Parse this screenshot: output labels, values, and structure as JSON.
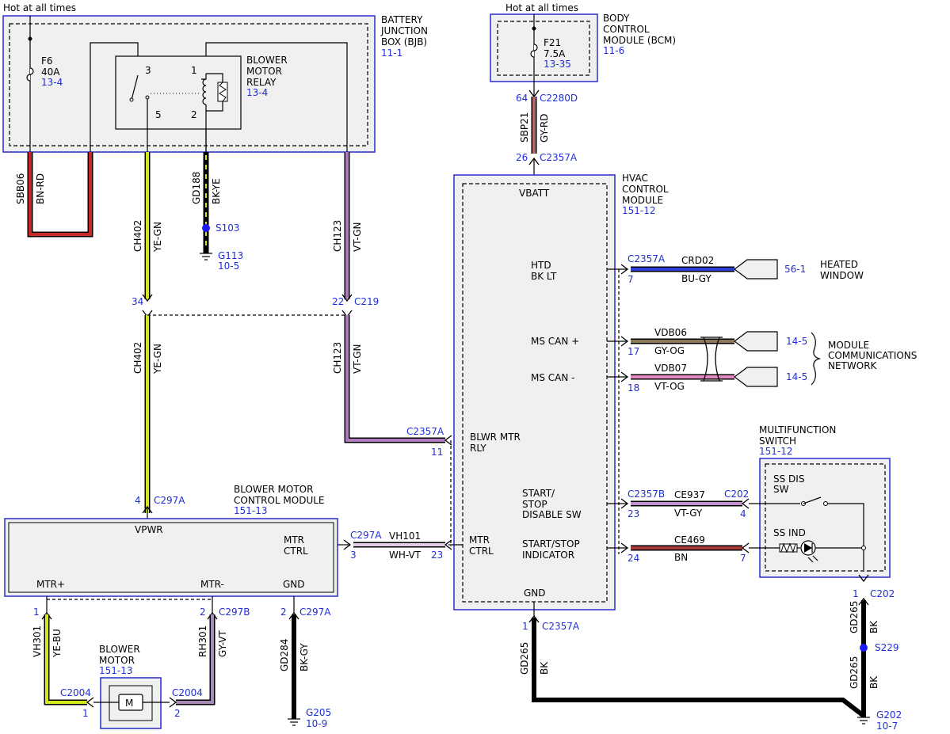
{
  "colors": {
    "bn_rd": "#c62828",
    "ye_gn": "#d4e81a",
    "bk_ye": "#000000",
    "vt_gn": "#b07ac0",
    "gy_rd": "#b06a6a",
    "bu_gy": "#2b3fd8",
    "gy_og": "#8a7a58",
    "vt_og": "#e28ac0",
    "vt_gy": "#c090d0",
    "bn": "#a83a3a",
    "wh_vt": "#e4cce4",
    "ye_bu": "#d4e81a",
    "gy_vt": "#a88ab8",
    "bk": "#000000",
    "reference_text": "#1f2fd6",
    "module_border": "#2a2ad0",
    "module_fill": "#f0f0f0"
  },
  "bjb": {
    "hot_label": "Hot at all times",
    "title_1": "BATTERY",
    "title_2": "JUNCTION",
    "title_3": "BOX (BJB)",
    "ref": "11-1",
    "fuse_name": "F6",
    "fuse_rating": "40A",
    "fuse_ref": "13-4",
    "relay_title_1": "BLOWER",
    "relay_title_2": "MOTOR",
    "relay_title_3": "RELAY",
    "relay_ref": "13-4",
    "relay_pin_3": "3",
    "relay_pin_1": "1",
    "relay_pin_5": "5",
    "relay_pin_2": "2"
  },
  "bcm": {
    "hot_label": "Hot at all times",
    "title_1": "BODY",
    "title_2": "CONTROL",
    "title_3": "MODULE (BCM)",
    "ref": "11-6",
    "fuse_name": "F21",
    "fuse_rating": "7.5A",
    "fuse_ref": "13-35"
  },
  "wires": {
    "sbb06": {
      "circuit": "SBB06",
      "color": "BN-RD"
    },
    "ch402_top": {
      "circuit": "CH402",
      "color": "YE-GN"
    },
    "ch402_bottom": {
      "circuit": "CH402",
      "color": "YE-GN"
    },
    "gd188": {
      "circuit": "GD188",
      "color": "BK-YE"
    },
    "ch123_top": {
      "circuit": "CH123",
      "color": "VT-GN"
    },
    "ch123_bottom": {
      "circuit": "CH123",
      "color": "VT-GN"
    },
    "sbp21": {
      "circuit": "SBP21",
      "color": "GY-RD"
    },
    "crd02": {
      "circuit": "CRD02",
      "color": "BU-GY"
    },
    "vdb06": {
      "circuit": "VDB06",
      "color": "GY-OG"
    },
    "vdb07": {
      "circuit": "VDB07",
      "color": "VT-OG"
    },
    "ce937": {
      "circuit": "CE937",
      "color": "VT-GY"
    },
    "ce469": {
      "circuit": "CE469",
      "color": "BN"
    },
    "vh101": {
      "circuit": "VH101",
      "color": "WH-VT"
    },
    "vh301": {
      "circuit": "VH301",
      "color": "YE-BU"
    },
    "rh301": {
      "circuit": "RH301",
      "color": "GY-VT"
    },
    "gd284": {
      "circuit": "GD284",
      "color": "BK-GY"
    },
    "gd265_hvac": {
      "circuit": "GD265",
      "color": "BK"
    },
    "gd265_top": {
      "circuit": "GD265",
      "color": "BK"
    },
    "gd265_bottom": {
      "circuit": "GD265",
      "color": "BK"
    }
  },
  "connectors": {
    "c2280d": {
      "name": "C2280D",
      "pin": "64"
    },
    "c2357a_top": {
      "name": "C2357A",
      "pin": "26"
    },
    "c219": {
      "name": "C219",
      "pin": "22"
    },
    "ch402_pin": "34",
    "c2357a_htd": {
      "name": "C2357A",
      "pin": "7"
    },
    "c2357a_blwr": {
      "name": "C2357A",
      "pin": "11"
    },
    "c297a_vpwr": {
      "name": "C297A",
      "pin": "4"
    },
    "c2357b": {
      "name": "C2357B",
      "pin": "23"
    },
    "c202_sw": {
      "name": "C202",
      "pin": "4"
    },
    "c202_ind_pin": "7",
    "pin_17": "17",
    "pin_18": "18",
    "pin_24": "24",
    "c297a_mtr": {
      "name": "C297A",
      "pin": "3"
    },
    "mtr_ctrl_pin": "23",
    "c297a_gnd": {
      "name": "C297A",
      "pin": "2"
    },
    "c297b": {
      "name": "C297B",
      "pin": "2"
    },
    "mtr_plus_pin": "1",
    "c2357a_gnd": {
      "name": "C2357A",
      "pin": "1"
    },
    "c202_gnd": {
      "name": "C202",
      "pin": "1"
    },
    "c2004_left": {
      "name": "C2004",
      "pin": "1"
    },
    "c2004_right": {
      "name": "C2004",
      "pin": "2"
    }
  },
  "splices": {
    "s103": "S103",
    "s229": "S229"
  },
  "grounds": {
    "g113": {
      "name": "G113",
      "ref": "10-5"
    },
    "g205": {
      "name": "G205",
      "ref": "10-9"
    },
    "g202": {
      "name": "G202",
      "ref": "10-7"
    }
  },
  "hvac": {
    "title_1": "HVAC",
    "title_2": "CONTROL",
    "title_3": "MODULE",
    "ref": "151-12",
    "vbatt": "VBATT",
    "htd_1": "HTD",
    "htd_2": "BK LT",
    "ms_can_plus": "MS CAN +",
    "ms_can_minus": "MS CAN -",
    "blwr_1": "BLWR MTR",
    "blwr_2": "RLY",
    "ss_disable_1": "START/",
    "ss_disable_2": "STOP",
    "ss_disable_3": "DISABLE SW",
    "mtr_ctrl_1": "MTR",
    "mtr_ctrl_2": "CTRL",
    "ss_ind_1": "START/STOP",
    "ss_ind_2": "INDICATOR",
    "gnd": "GND"
  },
  "heated_window": {
    "ref": "56-1",
    "label_1": "HEATED",
    "label_2": "WINDOW"
  },
  "network": {
    "ref_plus": "14-5",
    "ref_minus": "14-5",
    "label_1": "MODULE",
    "label_2": "COMMUNICATIONS",
    "label_3": "NETWORK"
  },
  "mfs": {
    "title_1": "MULTIFUNCTION",
    "title_2": "SWITCH",
    "ref": "151-12",
    "ss_dis_1": "SS DIS",
    "ss_dis_2": "SW",
    "ss_ind": "SS IND"
  },
  "bmcm": {
    "title_1": "BLOWER MOTOR",
    "title_2": "CONTROL MODULE",
    "ref": "151-13",
    "vpwr": "VPWR",
    "mtr_ctrl_1": "MTR",
    "mtr_ctrl_2": "CTRL",
    "mtr_plus": "MTR+",
    "mtr_minus": "MTR-",
    "gnd": "GND"
  },
  "blower_motor": {
    "title_1": "BLOWER",
    "title_2": "MOTOR",
    "ref": "151-13",
    "symbol": "M"
  }
}
